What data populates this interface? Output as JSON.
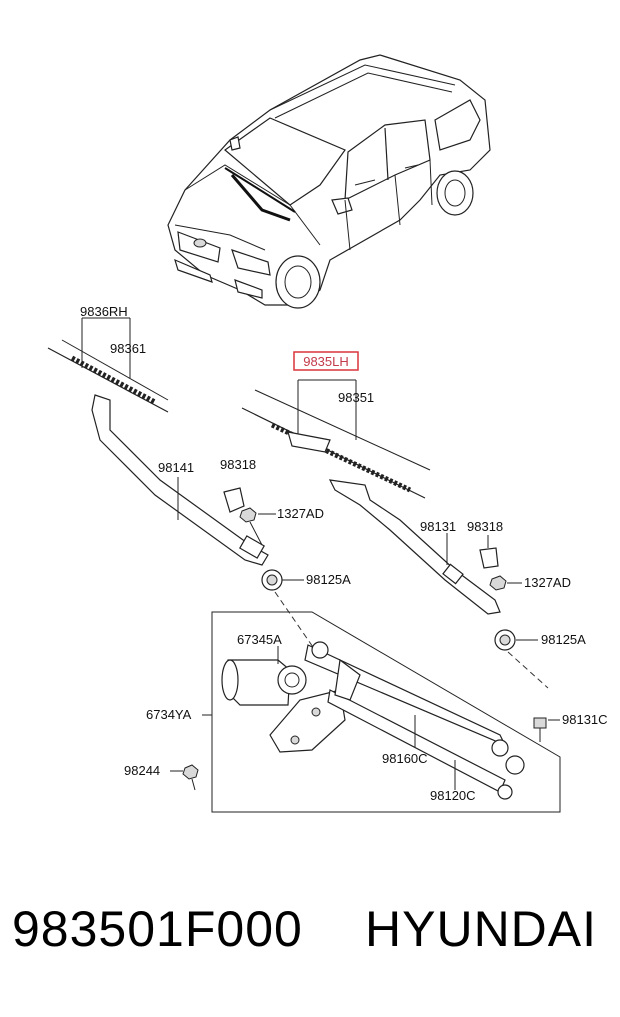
{
  "diagram": {
    "highlight_label": "9835LH",
    "labels": {
      "p9836rh": "9836RH",
      "p98361": "98361",
      "p98351": "98351",
      "p98141": "98141",
      "p98318a": "98318",
      "p1327ad_a": "1327AD",
      "p98125a_a": "98125A",
      "p98131": "98131",
      "p98318b": "98318",
      "p1327ad_b": "1327AD",
      "p98125a_b": "98125A",
      "p67345a": "67345A",
      "p6734ya": "6734YA",
      "p98131c": "98131C",
      "p98244": "98244",
      "p98160c": "98160C",
      "p98120c": "98120C"
    }
  },
  "footer": {
    "part_number": "983501F000",
    "brand": "HYUNDAI"
  }
}
